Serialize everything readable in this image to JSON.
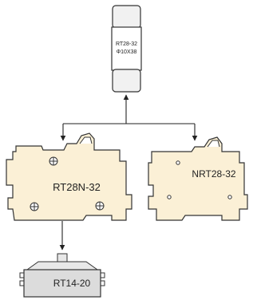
{
  "diagram": {
    "fuse": {
      "label_line1": "RT28-32",
      "label_line2": "Φ10X38"
    },
    "holder_main": {
      "label": "RT28N-32"
    },
    "holder_alt": {
      "label": "NRT28-32"
    },
    "base_old": {
      "label": "RT14-20"
    }
  },
  "colors": {
    "body_fill": "#fbf0d6",
    "outline": "#333333",
    "arrow": "#222222",
    "fuse_body": "#f1f1f1",
    "base_fill": "#dcdcdc"
  }
}
